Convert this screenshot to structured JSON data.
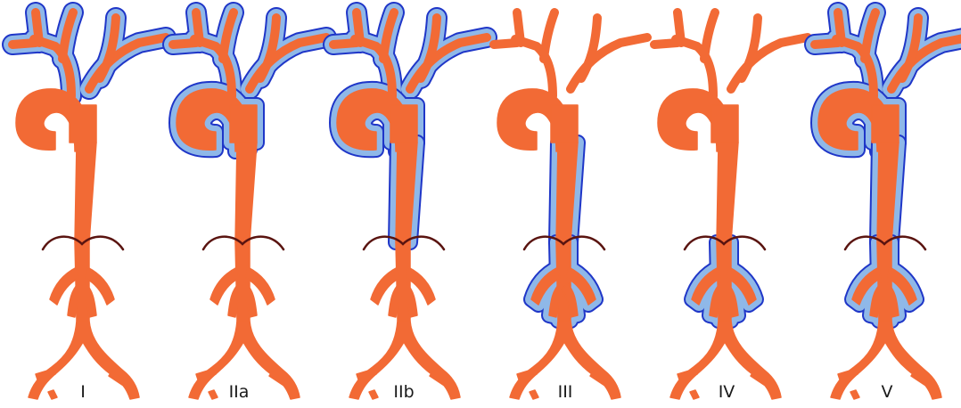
{
  "figure": {
    "background": "#ffffff",
    "colors": {
      "aorta": "#F26A35",
      "lesion_fill": "#8FB8E8",
      "lesion_outline": "#1F36C8",
      "diaphragm": "#5A1410"
    },
    "panels": [
      {
        "label": "I",
        "lesion_regions": [
          "aortic-arch-branches"
        ]
      },
      {
        "label": "IIa",
        "lesion_regions": [
          "aortic-arch-branches",
          "ascending-aorta",
          "aortic-arch"
        ]
      },
      {
        "label": "IIb",
        "lesion_regions": [
          "aortic-arch-branches",
          "ascending-aorta",
          "aortic-arch",
          "descending-thoracic-aorta"
        ]
      },
      {
        "label": "III",
        "lesion_regions": [
          "descending-thoracic-aorta",
          "abdominal-aorta",
          "renal-arteries"
        ]
      },
      {
        "label": "IV",
        "lesion_regions": [
          "abdominal-aorta",
          "renal-arteries"
        ]
      },
      {
        "label": "V",
        "lesion_regions": [
          "aortic-arch-branches",
          "ascending-aorta",
          "aortic-arch",
          "descending-thoracic-aorta",
          "abdominal-aorta",
          "renal-arteries"
        ]
      }
    ]
  }
}
